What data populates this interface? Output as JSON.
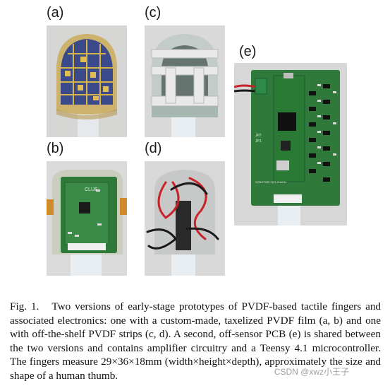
{
  "panels": {
    "a": "(a)",
    "b": "(b)",
    "c": "(c)",
    "d": "(d)",
    "e": "(e)"
  },
  "board_text": {
    "clue_label": "CLUE",
    "pcb_version": "SITACTOR-TXR-2N4211",
    "jp1": "JP1",
    "jp2": "JP2"
  },
  "caption": {
    "fig_label": "Fig. 1.",
    "text": "Two versions of early-stage prototypes of PVDF-based tactile fingers and associated electronics: one with a custom-made, taxelized PVDF film (a, b) and one with off-the-shelf PVDF strips (c, d). A second, off-sensor PCB (e) is shared between the two versions and contains amplifier circuitry and a Teensy 4.1 microcontroller. The fingers measure 29×36×18mm (width×height×depth), approximately the size and shape of a human thumb."
  },
  "watermark": "CSDN @xwz小王子",
  "colors": {
    "photo_bg": "#dcdcdc",
    "film_blue": "#3b4a8a",
    "electrode_gold": "#c8a23a",
    "pcb_green": "#2f7a3a",
    "cable_white": "#e8eef2"
  }
}
